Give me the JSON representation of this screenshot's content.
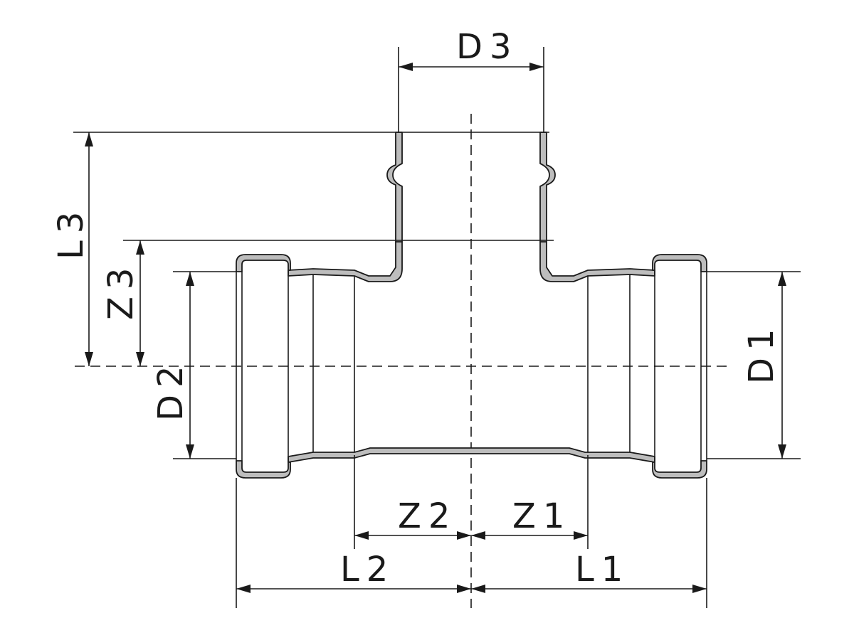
{
  "labels": {
    "d1": "D1",
    "d2": "D2",
    "d3": "D3",
    "l1": "L1",
    "l2": "L2",
    "l3": "L3",
    "z1": "Z1",
    "z2": "Z2",
    "z3": "Z3"
  }
}
